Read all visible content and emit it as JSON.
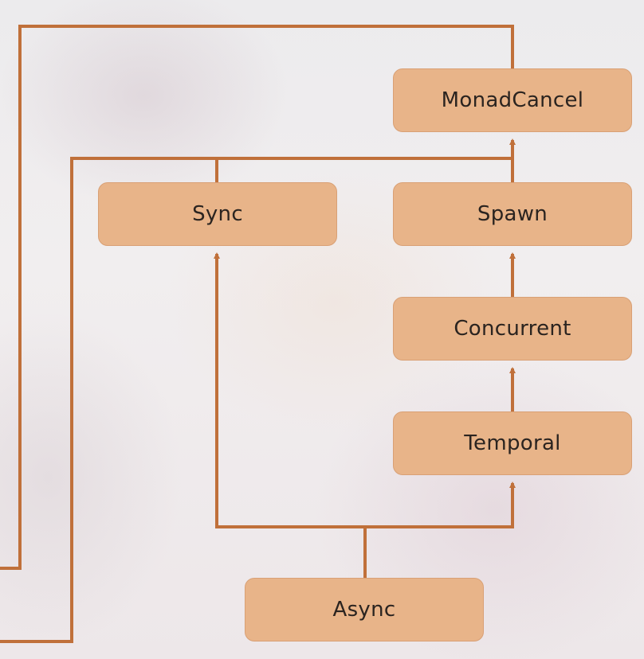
{
  "diagram": {
    "nodes": [
      {
        "id": "monadcancel",
        "label": "MonadCancel"
      },
      {
        "id": "sync",
        "label": "Sync"
      },
      {
        "id": "spawn",
        "label": "Spawn"
      },
      {
        "id": "concurrent",
        "label": "Concurrent"
      },
      {
        "id": "temporal",
        "label": "Temporal"
      },
      {
        "id": "async",
        "label": "Async"
      }
    ],
    "edges": [
      {
        "from": "sync",
        "to": "monadcancel"
      },
      {
        "from": "spawn",
        "to": "monadcancel"
      },
      {
        "from": "concurrent",
        "to": "spawn"
      },
      {
        "from": "temporal",
        "to": "concurrent"
      },
      {
        "from": "async",
        "to": "sync"
      },
      {
        "from": "async",
        "to": "temporal"
      }
    ],
    "colors": {
      "node_fill": "#e8b489",
      "node_border": "#d9a075",
      "edge": "#c0703a",
      "text": "#2b2420"
    }
  }
}
